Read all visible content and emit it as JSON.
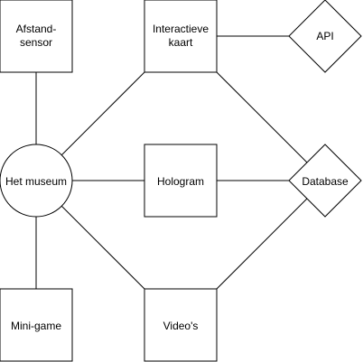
{
  "diagram": {
    "nodes": {
      "afstand": {
        "line1": "Afstand-",
        "line2": "sensor"
      },
      "kaart": {
        "line1": "Interactieve",
        "line2": "kaart"
      },
      "api": {
        "label": "API"
      },
      "museum": {
        "label": "Het museum"
      },
      "hologram": {
        "label": "Hologram"
      },
      "database": {
        "label": "Database"
      },
      "minigame": {
        "label": "Mini-game"
      },
      "videos": {
        "label": "Video's"
      }
    },
    "edges": [
      {
        "from": "museum",
        "to": "afstand"
      },
      {
        "from": "museum",
        "to": "kaart"
      },
      {
        "from": "museum",
        "to": "hologram"
      },
      {
        "from": "museum",
        "to": "videos"
      },
      {
        "from": "museum",
        "to": "minigame"
      },
      {
        "from": "kaart",
        "to": "api"
      },
      {
        "from": "kaart",
        "to": "database"
      },
      {
        "from": "hologram",
        "to": "database"
      },
      {
        "from": "videos",
        "to": "database"
      }
    ],
    "colors": {
      "stroke": "#000000",
      "fill": "#ffffff",
      "text": "#000000"
    }
  }
}
